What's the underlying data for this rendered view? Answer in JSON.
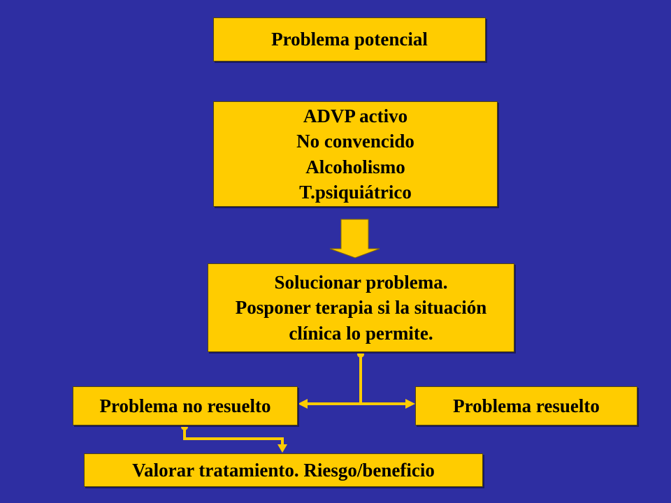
{
  "nodes": {
    "problema_potencial": {
      "label": "Problema potencial"
    },
    "factores": {
      "lines": [
        "ADVP activo",
        "No convencido",
        "Alcoholismo",
        "T.psiquiátrico"
      ]
    },
    "solucionar": {
      "lines": [
        "Solucionar problema.",
        "Posponer terapia si la situación",
        "clínica lo permite."
      ]
    },
    "no_resuelto": {
      "label": "Problema no resuelto"
    },
    "resuelto": {
      "label": "Problema resuelto"
    },
    "valorar": {
      "label": "Valorar tratamiento. Riesgo/beneficio"
    }
  },
  "colors": {
    "background": "#2E2EA2",
    "box_fill": "#FFCC00",
    "connector": "#FFCC00",
    "text": "#000000"
  }
}
